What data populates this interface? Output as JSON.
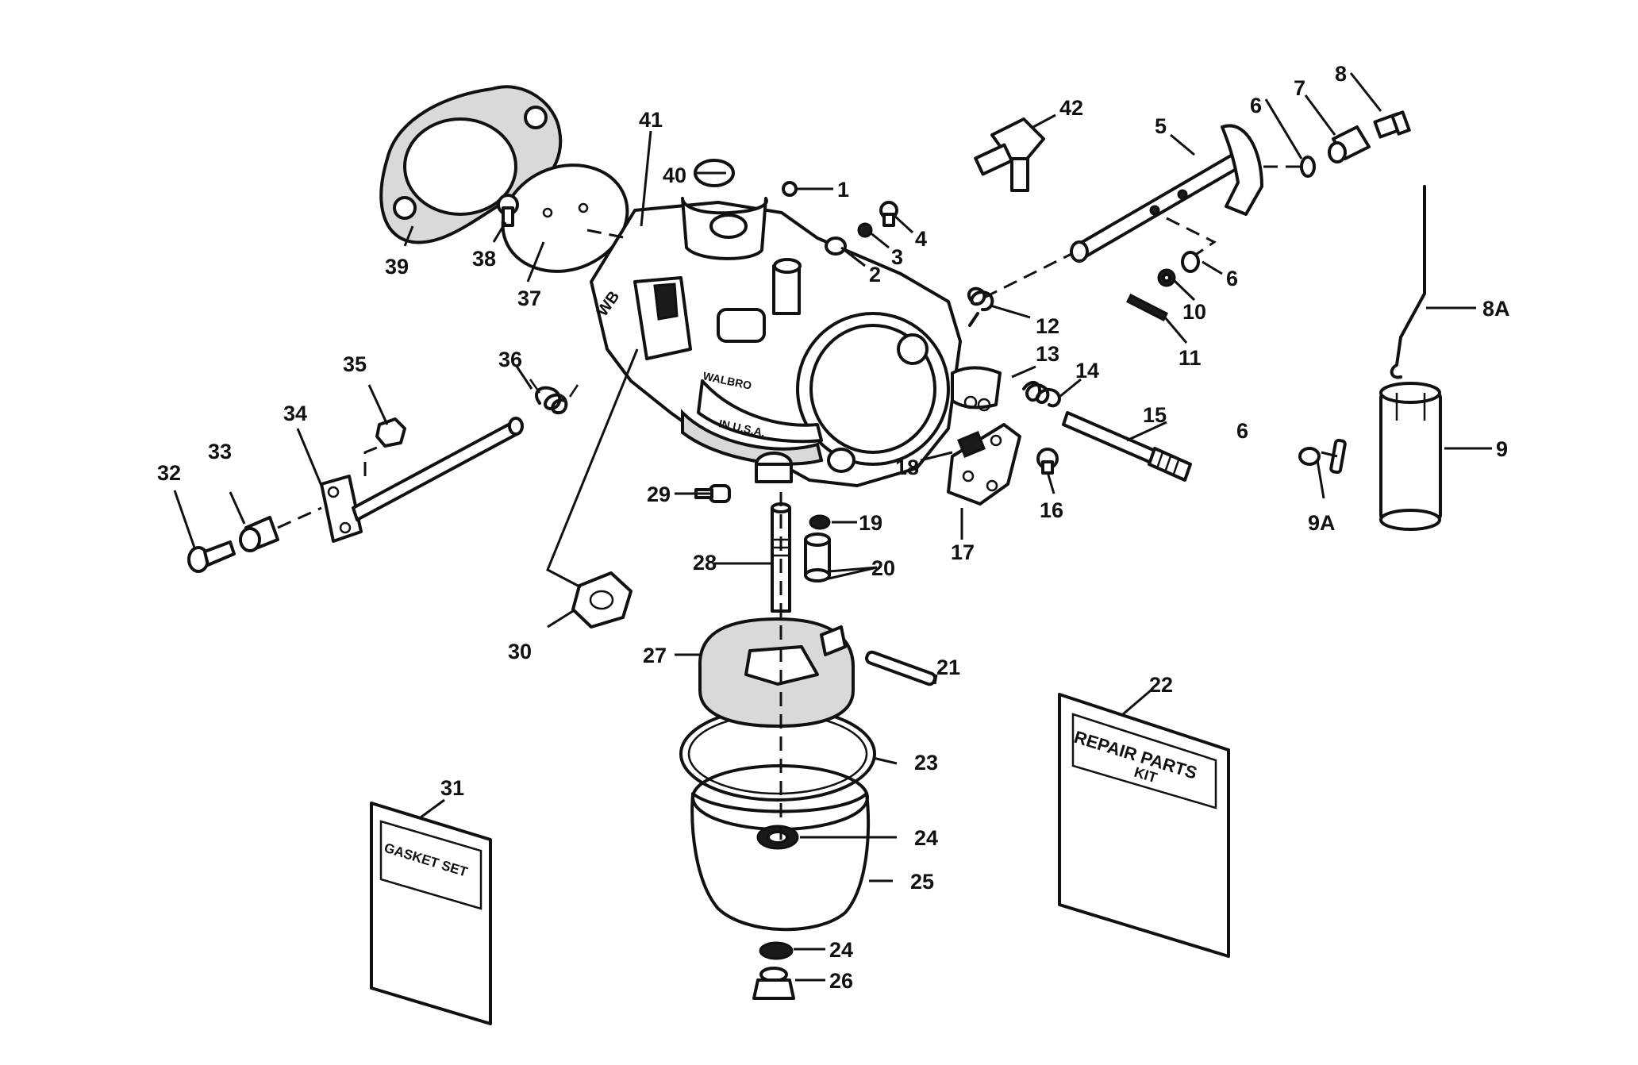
{
  "callouts": [
    "1",
    "2",
    "3",
    "4",
    "5",
    "6",
    "6",
    "6",
    "7",
    "8",
    "8A",
    "9",
    "9A",
    "10",
    "11",
    "12",
    "13",
    "14",
    "15",
    "16",
    "17",
    "18",
    "19",
    "20",
    "21",
    "22",
    "23",
    "24",
    "24",
    "25",
    "26",
    "27",
    "28",
    "29",
    "30",
    "31",
    "32",
    "33",
    "34",
    "35",
    "36",
    "37",
    "38",
    "39",
    "40",
    "41",
    "42"
  ],
  "kits": {
    "gasket_set": "GASKET SET",
    "repair_parts_line1": "REPAIR PARTS",
    "repair_parts_line2": "KIT"
  },
  "body_markings": {
    "left": "WB",
    "brand": "WALBRO",
    "origin": "IN U.S.A."
  },
  "colors": {
    "ink": "#111111",
    "paper": "#ffffff"
  }
}
